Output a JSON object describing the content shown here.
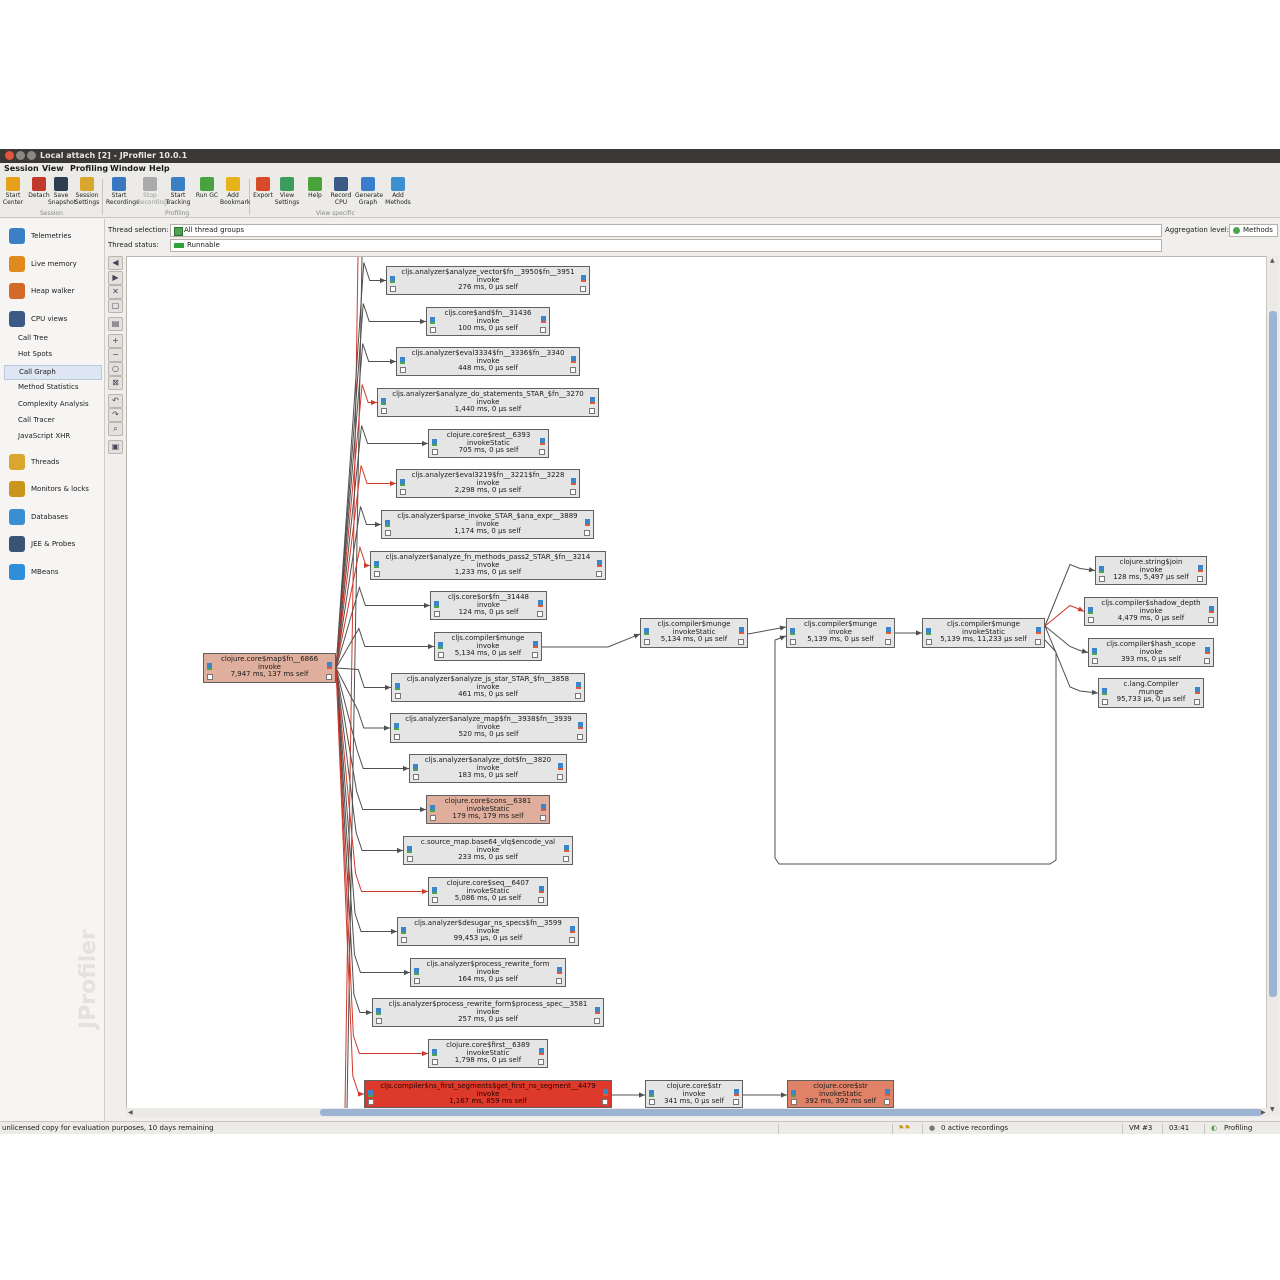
{
  "window": {
    "title": "Local attach [2] - JProfiler 10.0.1"
  },
  "menu": [
    "Session",
    "View",
    "Profiling",
    "Window",
    "Help"
  ],
  "toolbar": {
    "buttons": [
      {
        "label": "Start Center",
        "icon": "start-center-icon",
        "color": "#e6a01a"
      },
      {
        "label": "Detach",
        "icon": "detach-icon",
        "color": "#c0392b"
      },
      {
        "label": "Save Snapshot",
        "icon": "save-icon",
        "color": "#2c3e50"
      },
      {
        "label": "Session Settings",
        "icon": "settings-icon",
        "color": "#d9a62e"
      },
      {
        "label": "Start Recordings",
        "icon": "record-icon",
        "color": "#3a78c2"
      },
      {
        "label": "Stop Recordings",
        "icon": "stop-icon",
        "color": "#aaaaaa",
        "disabled": true
      },
      {
        "label": "Start Tracking",
        "icon": "tracking-icon",
        "color": "#3b7fc4"
      },
      {
        "label": "Run GC",
        "icon": "gc-icon",
        "color": "#48a23f"
      },
      {
        "label": "Add Bookmark",
        "icon": "bookmark-icon",
        "color": "#e8b21c"
      },
      {
        "label": "Export",
        "icon": "export-icon",
        "color": "#d94a2b"
      },
      {
        "label": "View Settings",
        "icon": "view-settings-icon",
        "color": "#3a9c5d"
      },
      {
        "label": "Help",
        "icon": "help-icon",
        "color": "#4aa33a"
      },
      {
        "label": "Record CPU",
        "icon": "cpu-icon",
        "color": "#3b5a86"
      },
      {
        "label": "Generate Graph",
        "icon": "graph-icon",
        "color": "#3a7fcb"
      },
      {
        "label": "Add Methods",
        "icon": "add-methods-icon",
        "color": "#3a8fd0"
      }
    ],
    "groups": [
      "Session",
      "Profiling",
      "View specific"
    ]
  },
  "sidebar": {
    "items": [
      {
        "label": "Telemetries",
        "icon": "telemetries-icon",
        "color": "#3b7fc4"
      },
      {
        "label": "Live memory",
        "icon": "live-memory-icon",
        "color": "#e08a1e"
      },
      {
        "label": "Heap walker",
        "icon": "heap-walker-icon",
        "color": "#d26a2a"
      },
      {
        "label": "CPU views",
        "icon": "cpu-views-icon",
        "color": "#3b5a86"
      },
      {
        "label": "Threads",
        "icon": "threads-icon",
        "color": "#d9a62e"
      },
      {
        "label": "Monitors & locks",
        "icon": "lock-icon",
        "color": "#c8961a"
      },
      {
        "label": "Databases",
        "icon": "database-icon",
        "color": "#3b8fd0"
      },
      {
        "label": "JEE & Probes",
        "icon": "probes-icon",
        "color": "#3a5476"
      },
      {
        "label": "MBeans",
        "icon": "mbeans-icon",
        "color": "#2e8fd8"
      }
    ],
    "cpu_subitems": [
      "Call Tree",
      "Hot Spots",
      "Call Graph",
      "Method Statistics",
      "Complexity Analysis",
      "Call Tracer",
      "JavaScript XHR"
    ],
    "selected": "Call Graph",
    "watermark": "JProfiler"
  },
  "filters": {
    "thread_selection_label": "Thread selection:",
    "thread_selection_value": "All thread groups",
    "thread_status_label": "Thread status:",
    "thread_status_value": "Runnable",
    "aggregation_label": "Aggregation level:",
    "aggregation_value": "Methods"
  },
  "graph": {
    "root": {
      "name": "clojure.core$map$fn__6866",
      "kind": "invoke",
      "time": "7,947 ms, 137 ms self"
    },
    "callees": [
      {
        "name": "cljs.analyzer$analyze_vector$fn__3950$fn__3951",
        "kind": "invoke",
        "time": "276 ms, 0 µs self"
      },
      {
        "name": "cljs.core$and$fn__31436",
        "kind": "invoke",
        "time": "100 ms, 0 µs self"
      },
      {
        "name": "cljs.analyzer$eval3334$fn__3336$fn__3340",
        "kind": "invoke",
        "time": "448 ms, 0 µs self"
      },
      {
        "name": "cljs.analyzer$analyze_do_statements_STAR_$fn__3270",
        "kind": "invoke",
        "time": "1,440 ms, 0 µs self"
      },
      {
        "name": "clojure.core$rest__6393",
        "kind": "invokeStatic",
        "time": "705 ms, 0 µs self"
      },
      {
        "name": "cljs.analyzer$eval3219$fn__3221$fn__3228",
        "kind": "invoke",
        "time": "2,298 ms, 0 µs self"
      },
      {
        "name": "cljs.analyzer$parse_invoke_STAR_$ana_expr__3889",
        "kind": "invoke",
        "time": "1,174 ms, 0 µs self"
      },
      {
        "name": "cljs.analyzer$analyze_fn_methods_pass2_STAR_$fn__3214",
        "kind": "invoke",
        "time": "1,233 ms, 0 µs self"
      },
      {
        "name": "cljs.core$or$fn__31448",
        "kind": "invoke",
        "time": "124 ms, 0 µs self"
      },
      {
        "name": "cljs.compiler$munge",
        "kind": "invoke",
        "time": "5,134 ms, 0 µs self"
      },
      {
        "name": "cljs.analyzer$analyze_js_star_STAR_$fn__3858",
        "kind": "invoke",
        "time": "461 ms, 0 µs self"
      },
      {
        "name": "cljs.analyzer$analyze_map$fn__3938$fn__3939",
        "kind": "invoke",
        "time": "520 ms, 0 µs self"
      },
      {
        "name": "cljs.analyzer$analyze_dot$fn__3820",
        "kind": "invoke",
        "time": "183 ms, 0 µs self"
      },
      {
        "name": "clojure.core$cons__6381",
        "kind": "invokeStatic",
        "time": "179 ms, 179 ms self"
      },
      {
        "name": "c.source_map.base64_vlq$encode_val",
        "kind": "invoke",
        "time": "233 ms, 0 µs self"
      },
      {
        "name": "clojure.core$seq__6407",
        "kind": "invokeStatic",
        "time": "5,086 ms, 0 µs self"
      },
      {
        "name": "cljs.analyzer$desugar_ns_specs$fn__3599",
        "kind": "invoke",
        "time": "99,453 µs, 0 µs self"
      },
      {
        "name": "cljs.analyzer$process_rewrite_form",
        "kind": "invoke",
        "time": "164 ms, 0 µs self"
      },
      {
        "name": "cljs.analyzer$process_rewrite_form$process_spec__3581",
        "kind": "invoke",
        "time": "257 ms, 0 µs self"
      },
      {
        "name": "clojure.core$first__6389",
        "kind": "invokeStatic",
        "time": "1,798 ms, 0 µs self"
      },
      {
        "name": "cljs.compiler$ns_first_segments$get_first_ns_segment__4479",
        "kind": "invoke",
        "time": "1,167 ms, 859 ms self"
      }
    ],
    "munge_chain": [
      {
        "name": "cljs.compiler$munge",
        "kind": "invokeStatic",
        "time": "5,134 ms, 0 µs self"
      },
      {
        "name": "cljs.compiler$munge",
        "kind": "invoke",
        "time": "5,139 ms, 0 µs self"
      },
      {
        "name": "cljs.compiler$munge",
        "kind": "invokeStatic",
        "time": "5,139 ms, 11,233 µs self"
      }
    ],
    "munge_callees": [
      {
        "name": "clojure.string$join",
        "kind": "invoke",
        "time": "128 ms, 5,497 µs self"
      },
      {
        "name": "cljs.compiler$shadow_depth",
        "kind": "invoke",
        "time": "4,479 ms, 0 µs self"
      },
      {
        "name": "cljs.compiler$hash_scope",
        "kind": "invoke",
        "time": "393 ms, 0 µs self"
      },
      {
        "name": "c.lang.Compiler",
        "kind": "munge",
        "time": "95,733 µs, 0 µs self"
      }
    ],
    "str_chain": [
      {
        "name": "clojure.core$str",
        "kind": "invoke",
        "time": "341 ms, 0 µs self"
      },
      {
        "name": "clojure.core$str",
        "kind": "invokeStatic",
        "time": "392 ms, 392 ms self"
      }
    ],
    "colors": {
      "edge": "#505050",
      "edge_hot": "#d0392b",
      "node": "#e5e5e5",
      "hot1": "#dfae9d",
      "hot2": "#e08268",
      "hot3": "#de3a2c"
    }
  },
  "status": {
    "license": "unlicensed copy for evaluation purposes, 10 days remaining",
    "recordings": "0 active recordings",
    "vm": "VM #3",
    "time": "03:41",
    "mode": "Profiling"
  }
}
